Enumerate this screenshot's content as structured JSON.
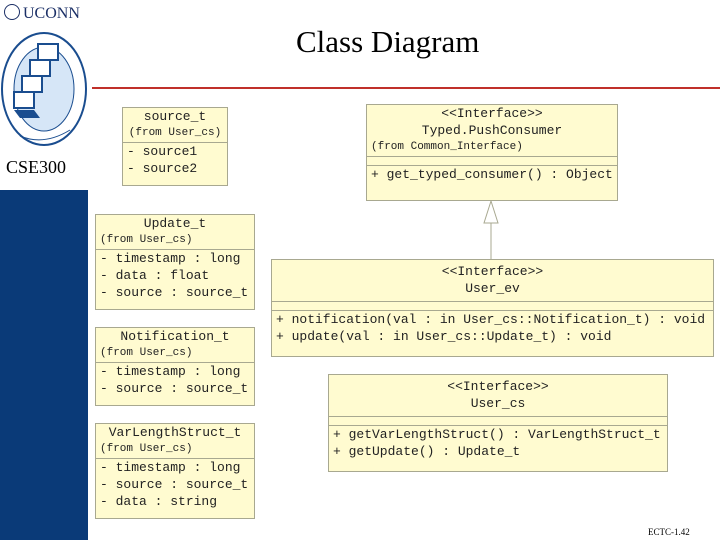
{
  "header": {
    "brand": "UCONN",
    "course": "CSE300",
    "title": "Class Diagram",
    "footer": "ECTC-1.42"
  },
  "logo": {
    "alt_text": "Computer Science and Engineering"
  },
  "colors": {
    "sidebar": "#0a3a78",
    "rule": "#c0302a",
    "class_fill": "#fffbd0",
    "class_border": "#a8a890"
  },
  "classes": {
    "source_t": {
      "name": "source_t",
      "origin": "(from User_cs)",
      "members": [
        "- source1",
        "- source2"
      ]
    },
    "update_t": {
      "name": "Update_t",
      "origin": "(from User_cs)",
      "members": [
        "- timestamp : long",
        "- data : float",
        "- source : source_t"
      ]
    },
    "notification_t": {
      "name": "Notification_t",
      "origin": "(from User_cs)",
      "members": [
        "- timestamp : long",
        "- source : source_t"
      ]
    },
    "varlength": {
      "name": "VarLengthStruct_t",
      "origin": "(from User_cs)",
      "members": [
        "- timestamp : long",
        "- source : source_t",
        "- data : string"
      ]
    },
    "typed_push": {
      "stereotype": "<<Interface>>",
      "name": "Typed.PushConsumer",
      "origin": "(from Common_Interface)",
      "operations": [
        "+ get_typed_consumer() : Object"
      ]
    },
    "user_ev": {
      "stereotype": "<<Interface>>",
      "name": "User_ev",
      "operations": [
        "+ notification(val : in User_cs::Notification_t) : void",
        "+ update(val : in User_cs::Update_t) : void"
      ]
    },
    "user_cs": {
      "stereotype": "<<Interface>>",
      "name": "User_cs",
      "operations": [
        "+ getVarLengthStruct() : VarLengthStruct_t",
        "+ getUpdate() : Update_t"
      ]
    }
  }
}
